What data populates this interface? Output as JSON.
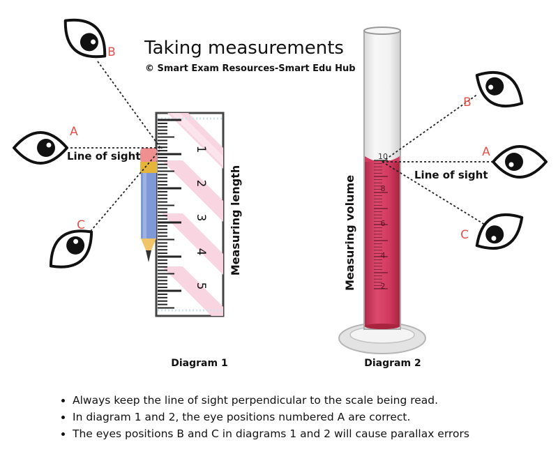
{
  "title": "Taking measurements",
  "copyright": "© Smart Exam Resources-Smart Edu Hub",
  "diagram1": {
    "caption": "Diagram 1",
    "side_label": "Measuring length",
    "line_of_sight_label": "Line of sight",
    "ruler_numbers": [
      "1",
      "2",
      "3",
      "4",
      "5"
    ],
    "eye_labels": {
      "a": "A",
      "b": "B",
      "c": "C"
    }
  },
  "diagram2": {
    "caption": "Diagram 2",
    "side_label": "Measuring volume",
    "line_of_sight_label": "Line of sight",
    "cylinder_numbers": [
      "10",
      "8",
      "6",
      "4",
      "2"
    ],
    "eye_labels": {
      "a": "A",
      "b": "B",
      "c": "C"
    }
  },
  "notes": [
    "Always keep the line of sight perpendicular to the scale being read.",
    "In diagram 1 and 2, the eye positions numbered A  are correct.",
    "The eyes positions B and C in diagrams 1 and 2 will cause parallax errors"
  ],
  "colors": {
    "label_red": "#e8504a",
    "liquid": "#d23a60",
    "ruler_stripe": "#f9d5e1",
    "pencil_body": "#7f98d6",
    "pencil_band": "#e5b43a",
    "eraser": "#ef8f8f"
  }
}
